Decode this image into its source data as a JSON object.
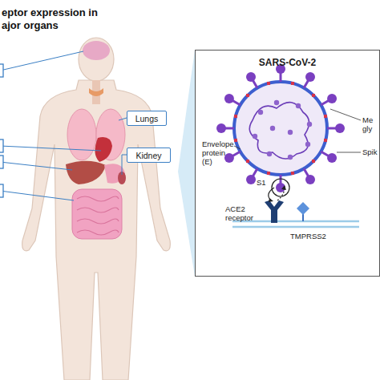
{
  "diagram": {
    "title": "eptor expression in ajor organs",
    "nodes": [
      {
        "text": [
          "Lungs"
        ]
      },
      {
        "text": [
          "Kidney"
        ]
      },
      {
        "text": [
          "SARS-CoV-2"
        ]
      }
    ],
    "labels": [
      "Envelope protein (E)",
      "Me gly",
      "Spik",
      "S1",
      "ACE2 receptor",
      "TMPRSS2"
    ]
  }
}
